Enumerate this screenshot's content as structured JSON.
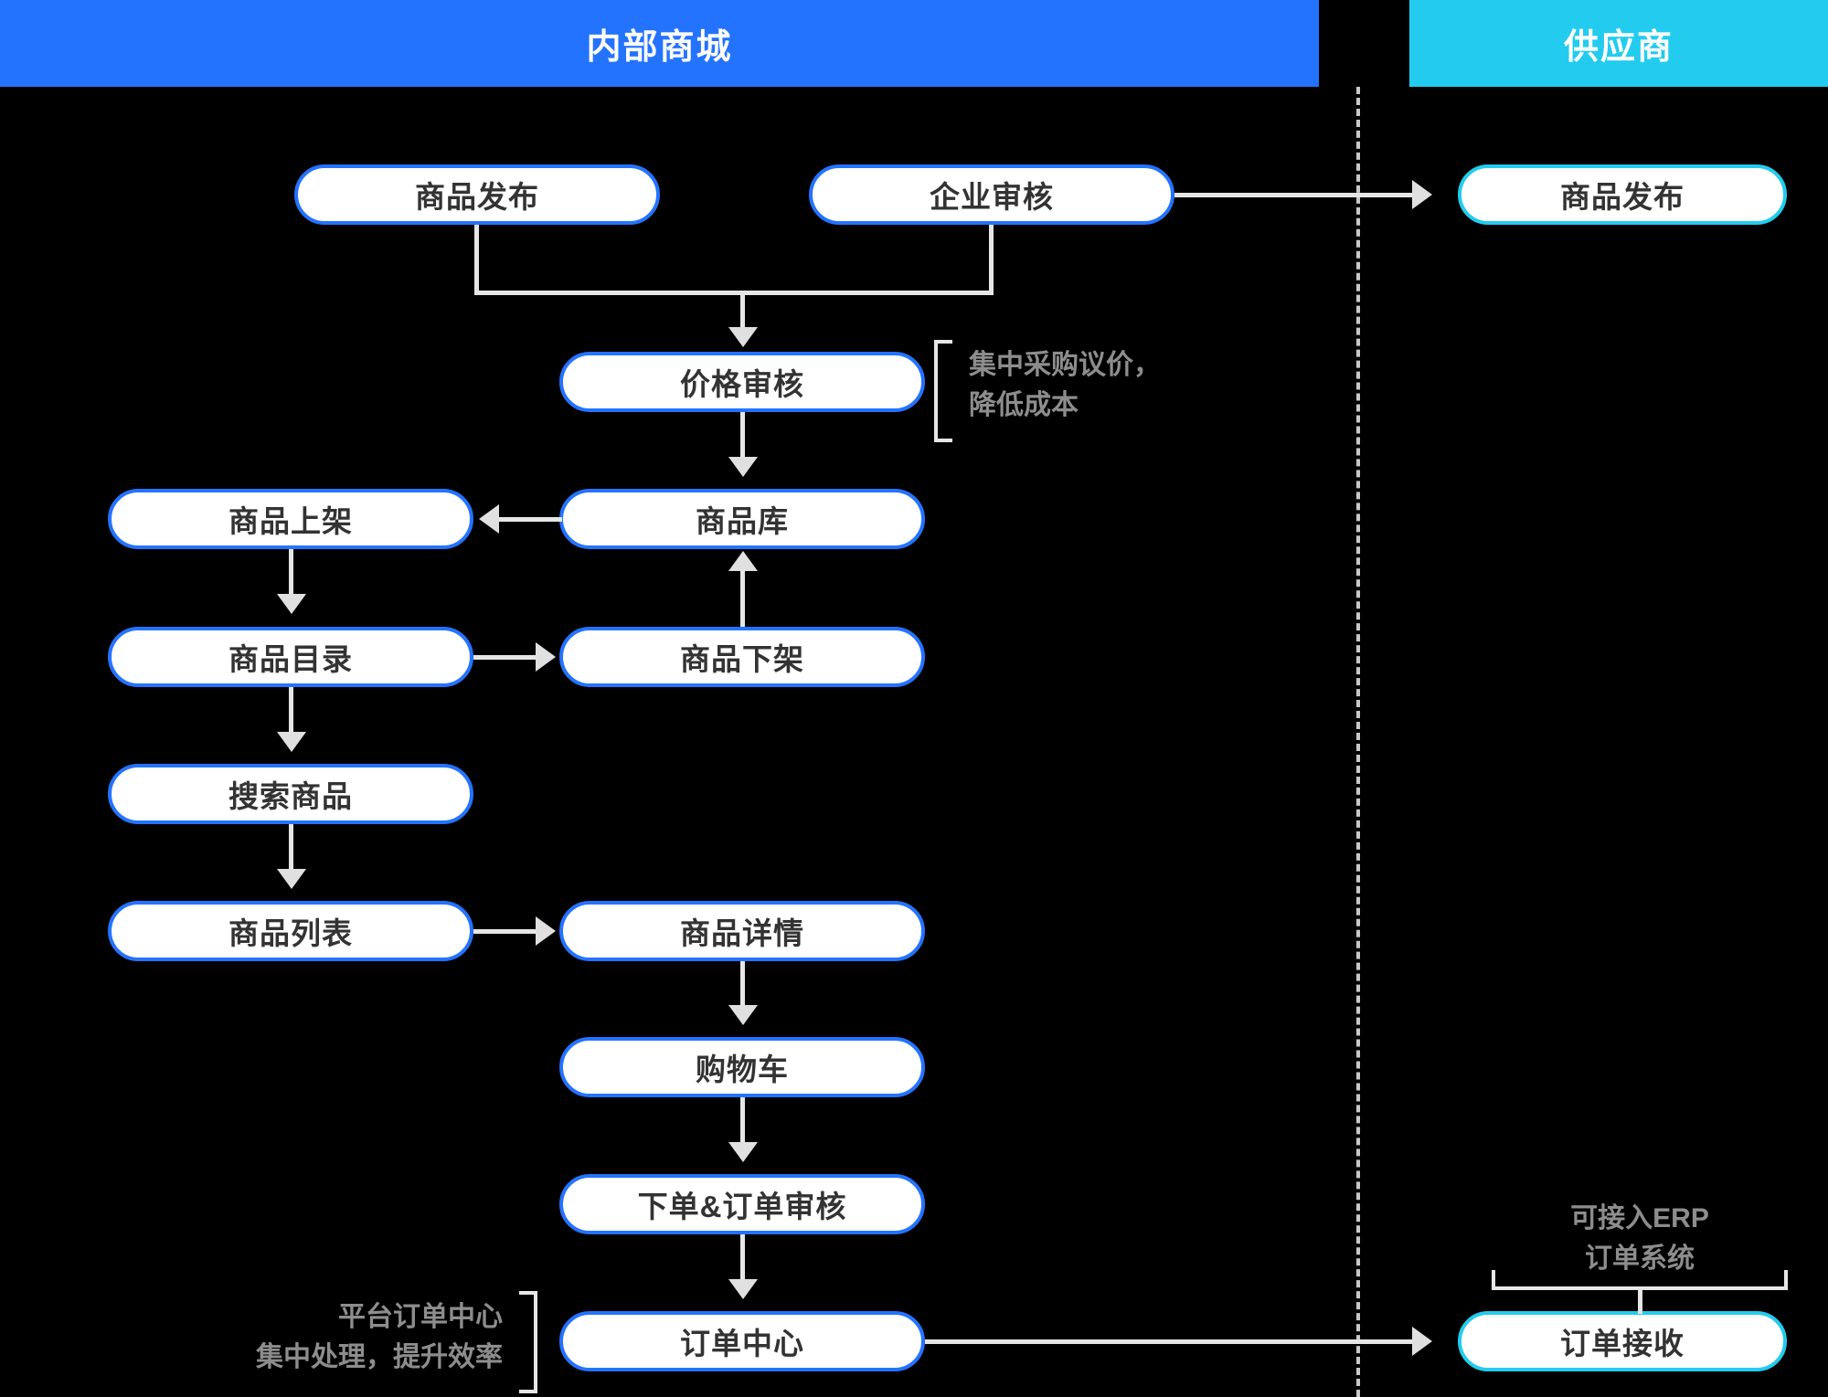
{
  "lanes": {
    "internal": {
      "title": "内部商城",
      "color": "#2473ff"
    },
    "supplier": {
      "title": "供应商",
      "color": "#23ccee"
    }
  },
  "nodes": {
    "product_publish": "商品发布",
    "enterprise_review": "企业审核",
    "price_review": "价格审核",
    "product_library": "商品库",
    "product_listing": "商品上架",
    "product_catalog": "商品目录",
    "product_delist": "商品下架",
    "search_product": "搜索商品",
    "product_list": "商品列表",
    "product_detail": "商品详情",
    "shopping_cart": "购物车",
    "place_order_review": "下单&订单审核",
    "order_center": "订单中心",
    "supplier_publish": "商品发布",
    "supplier_order_receive": "订单接收"
  },
  "notes": {
    "price_review_note": "集中采购议价，\n降低成本",
    "order_center_note": "平台订单中心\n集中处理，提升效率",
    "erp_note": "可接入ERP\n订单系统"
  },
  "colors": {
    "background": "#000000",
    "node_fill": "#ffffff",
    "node_border_internal": "#2473ff",
    "node_border_supplier": "#23ccee",
    "node_text": "#333333",
    "connector": "#e6e6e6",
    "note_text": "#8d8d8d"
  }
}
